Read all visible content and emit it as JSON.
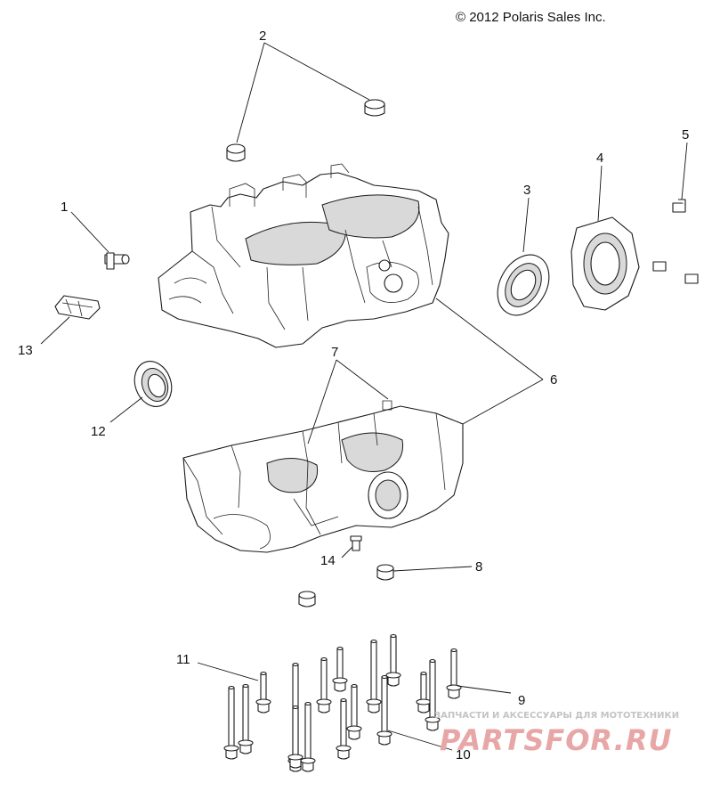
{
  "copyright": "© 2012 Polaris Sales Inc.",
  "callouts": [
    "1",
    "2",
    "3",
    "4",
    "5",
    "6",
    "7",
    "8",
    "9",
    "10",
    "11",
    "12",
    "13",
    "14"
  ],
  "watermark": {
    "tagline": "ЗАПЧАСТИ И АКСЕССУАРЫ ДЛЯ МОТОТЕХНИКИ",
    "brand": "PARTSFOR.RU"
  },
  "colors": {
    "line": "#1a1a1a",
    "watermark": "#e8a7a7",
    "background": "#ffffff"
  }
}
